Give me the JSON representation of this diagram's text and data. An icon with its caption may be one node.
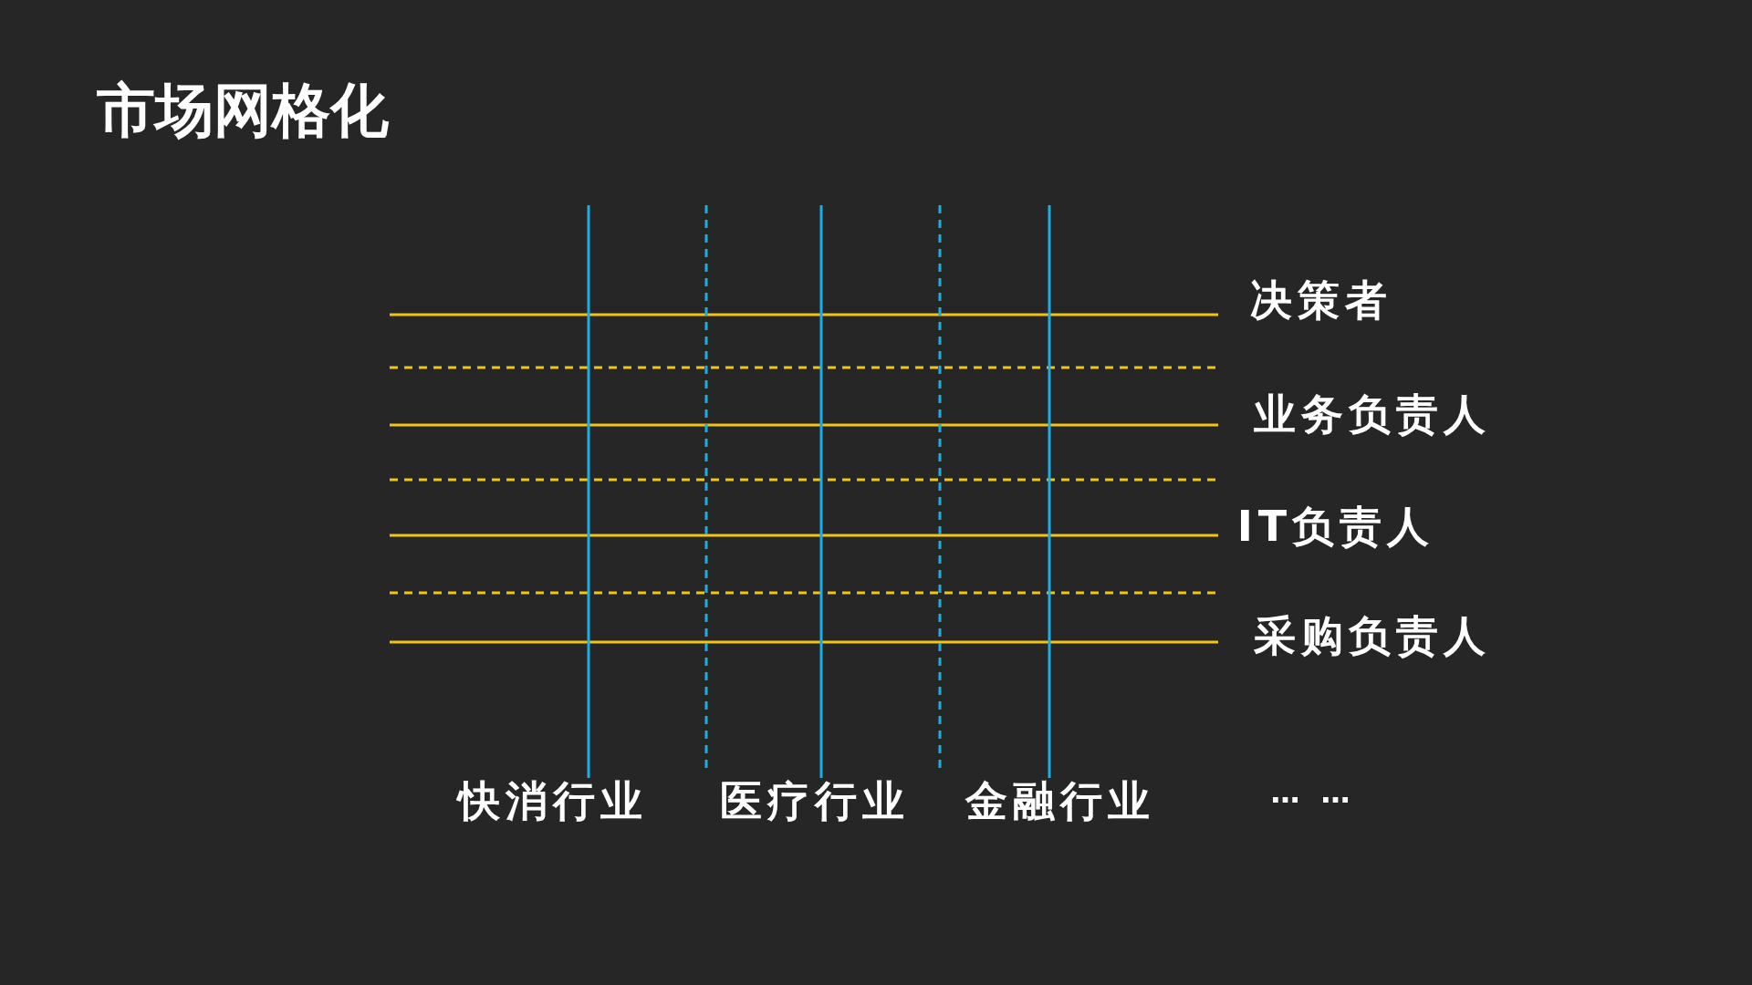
{
  "diagram": {
    "title": "市场网格化",
    "labels": [
      "决策者",
      "业务负责人",
      "IT负责人",
      "采购负责人",
      "快消行业",
      "医疗行业",
      "金融行业",
      "… …"
    ]
  }
}
